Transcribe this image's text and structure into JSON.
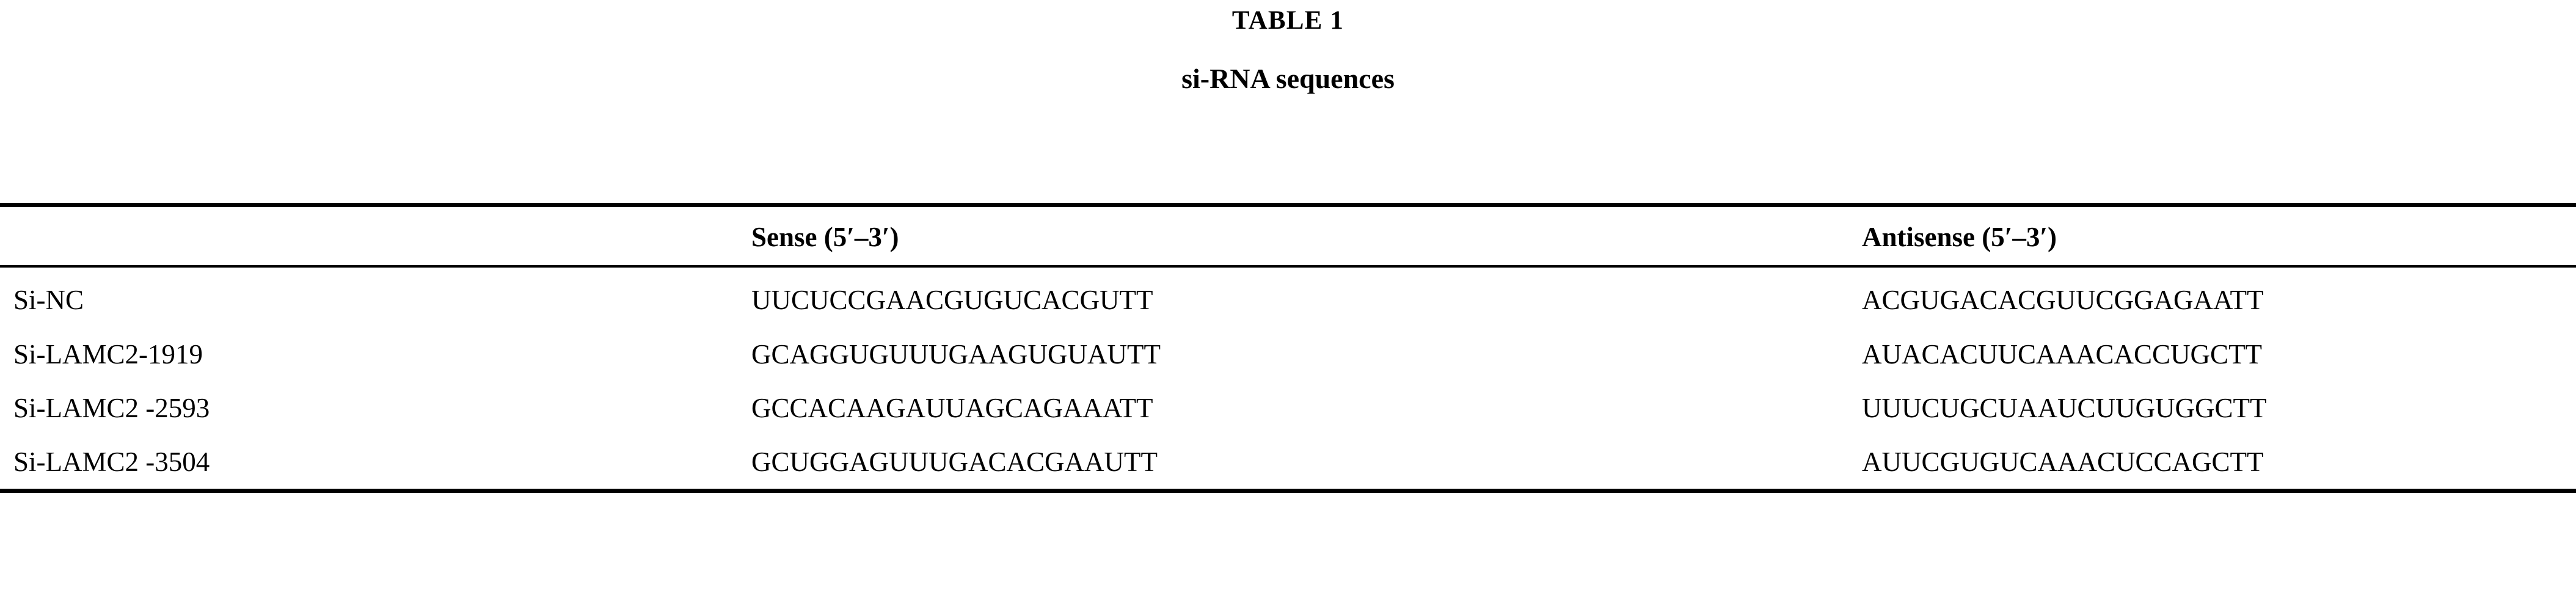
{
  "caption": {
    "table_number": "TABLE 1",
    "title": "si-RNA sequences"
  },
  "table": {
    "columns": [
      {
        "key": "name",
        "label": ""
      },
      {
        "key": "sense",
        "label": "Sense (5′–3′)"
      },
      {
        "key": "antisense",
        "label": "Antisense (5′–3′)"
      }
    ],
    "rows": [
      {
        "name": "Si-NC",
        "sense": "UUCUCCGAACGUGUCACGUTT",
        "antisense": "ACGUGACACGUUCGGAGAATT"
      },
      {
        "name": "Si-LAMC2-1919",
        "sense": "GCAGGUGUUUGAAGUGUAUTT",
        "antisense": "AUACACUUCAAACACCUGCTT"
      },
      {
        "name": "Si-LAMC2 -2593",
        "sense": "GCCACAAGAUUAGCAGAAATT",
        "antisense": "UUUCUGCUAAUCUUGUGGCTT"
      },
      {
        "name": "Si-LAMC2 -3504",
        "sense": "GCUGGAGUUUGACACGAAUTT",
        "antisense": "AUUCGUGUCAAACUCCAGCTT"
      }
    ]
  },
  "style": {
    "text_color": "#000000",
    "background_color": "#FFFFFF",
    "rule_color": "#000000"
  }
}
